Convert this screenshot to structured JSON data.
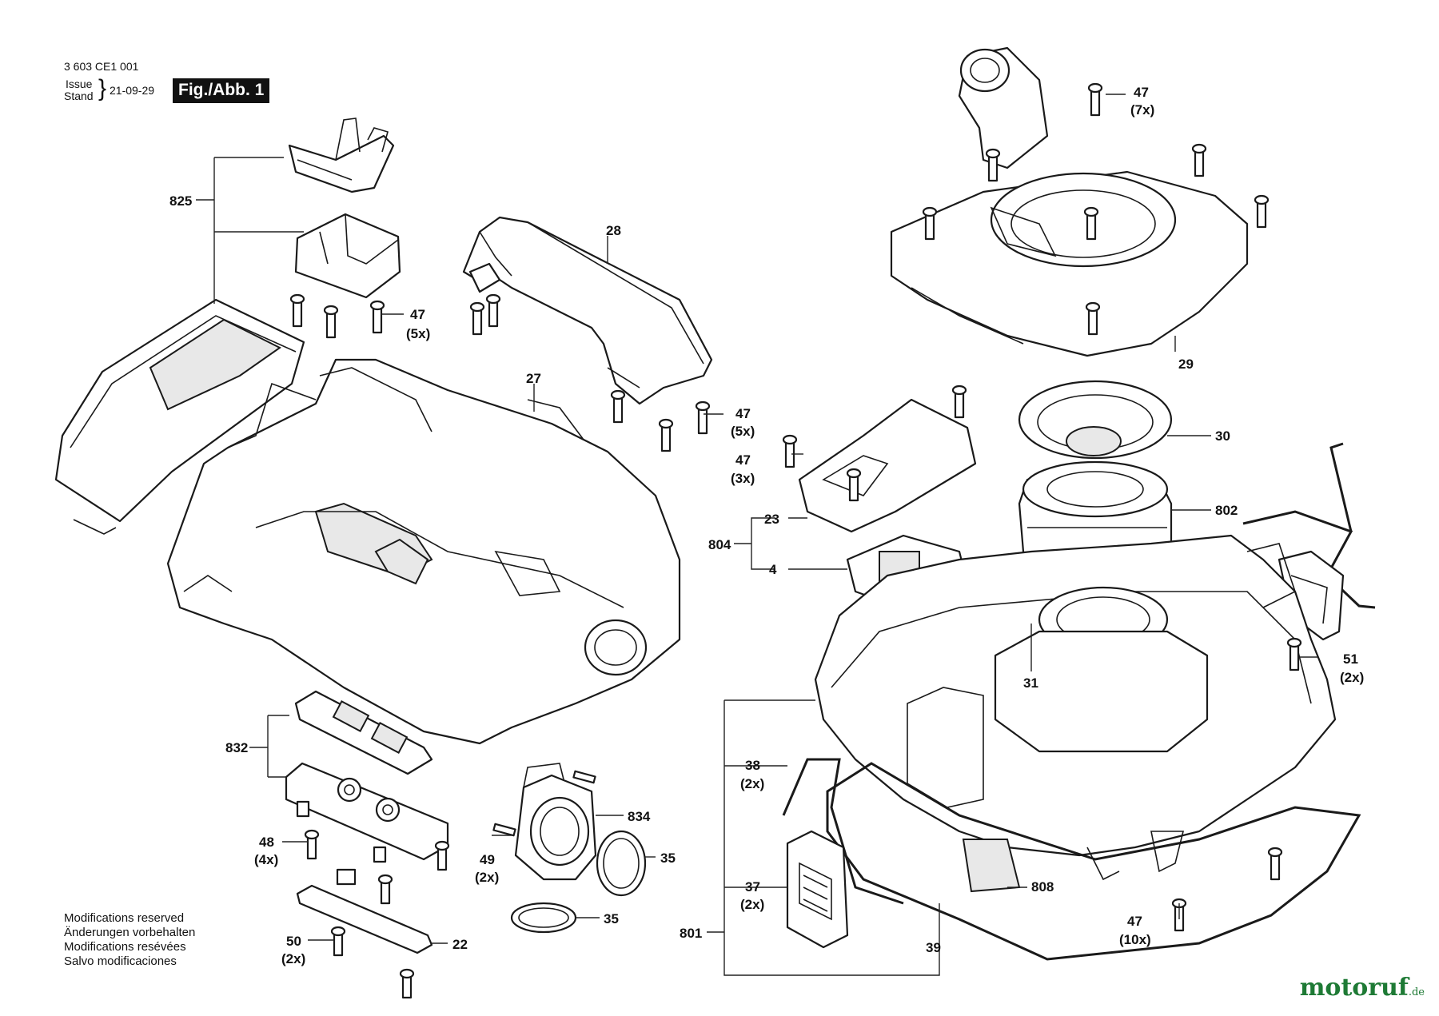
{
  "header": {
    "part_number": "3 603 CE1 001",
    "issue": "Issue",
    "stand": "Stand",
    "date": "21-09-29",
    "figure": "Fig./Abb. 1"
  },
  "modifications": [
    "Modifications reserved",
    "Änderungen vorbehalten",
    "Modifications resévées",
    "Salvo modificaciones"
  ],
  "labels": {
    "p825": "825",
    "p47a": "47",
    "p47a_q": "(5x)",
    "p28": "28",
    "p27": "27",
    "p47b": "47",
    "p47b_q": "(5x)",
    "p47c": "47",
    "p47c_q": "(7x)",
    "p29": "29",
    "p47d": "47",
    "p47d_q": "(3x)",
    "p23": "23",
    "p804": "804",
    "p4": "4",
    "p30": "30",
    "p802": "802",
    "p51": "51",
    "p51_q": "(2x)",
    "p31": "31",
    "p832": "832",
    "p834": "834",
    "p35a": "35",
    "p35b": "35",
    "p48": "48",
    "p48_q": "(4x)",
    "p49": "49",
    "p49_q": "(2x)",
    "p50": "50",
    "p50_q": "(2x)",
    "p22": "22",
    "p38": "38",
    "p38_q": "(2x)",
    "p37": "37",
    "p37_q": "(2x)",
    "p801": "801",
    "p39": "39",
    "p808": "808",
    "p47e": "47",
    "p47e_q": "(10x)"
  },
  "logo": {
    "text": "motoruf",
    "suffix": ".de"
  }
}
